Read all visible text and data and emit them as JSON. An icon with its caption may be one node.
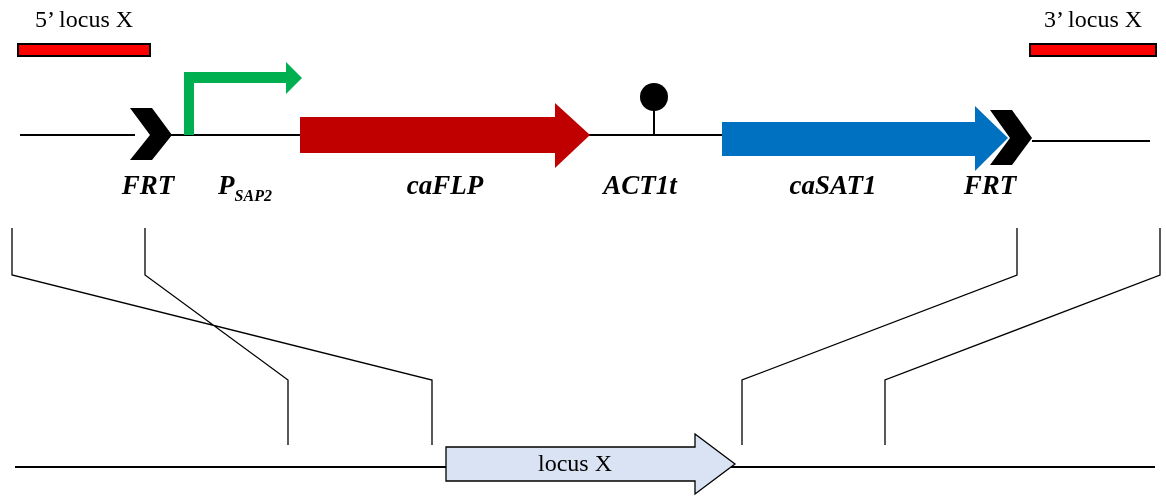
{
  "diagram": {
    "nodes": [
      {
        "text": [
          "5’ locus X"
        ]
      },
      {
        "text": [
          "3’ locus X"
        ]
      },
      {
        "text": [
          "locus X"
        ]
      }
    ],
    "labels": [
      "FRT",
      "P$_{SAP2}$",
      "caFLP",
      "ACT1t",
      "caSAT1",
      "FRT"
    ]
  }
}
